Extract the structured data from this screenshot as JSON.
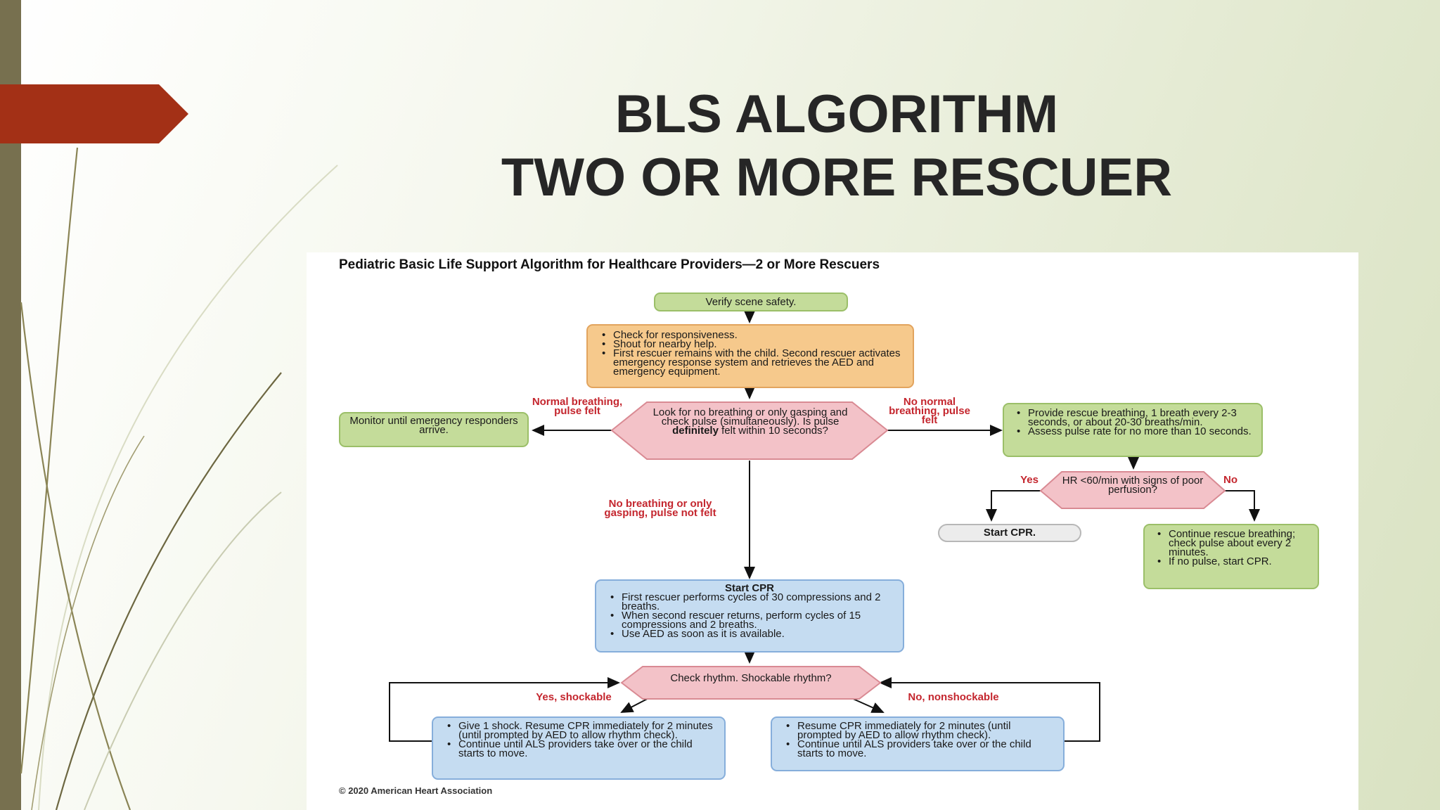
{
  "slide": {
    "title_line1": "BLS ALGORITHM",
    "title_line2": "TWO OR MORE RESCUER"
  },
  "figure": {
    "title": "Pediatric Basic Life Support Algorithm for Healthcare Providers—2 or More Rescuers",
    "copyright": "© 2020 American Heart Association",
    "verify": "Verify scene safety.",
    "check_list": [
      "Check for responsiveness.",
      "Shout for nearby help.",
      "First rescuer remains with the child. Second rescuer activates emergency response system and retrieves the AED and emergency equipment."
    ],
    "look_pre": "Look for no breathing or only gasping and check pulse (simultaneously). Is pulse ",
    "look_bold": "definitely",
    "look_post": " felt within 10 seconds?",
    "monitor": "Monitor until emergency responders arrive.",
    "label_normal": "Normal breathing, pulse felt",
    "label_no_normal": "No normal breathing, pulse felt",
    "rescue_list": [
      "Provide rescue breathing, 1 breath every 2-3 seconds, or about 20-30 breaths/min.",
      "Assess pulse rate for no more than 10 seconds."
    ],
    "label_yes": "Yes",
    "label_no": "No",
    "hr": "HR <60/min with signs of poor perfusion?",
    "start_cpr_small": "Start CPR.",
    "continue_list": [
      "Continue rescue breathing; check pulse about every 2 minutes.",
      "If no pulse, start CPR."
    ],
    "label_no_breathing": "No breathing or only gasping, pulse not felt",
    "cpr_title": "Start CPR",
    "cpr_list": [
      "First rescuer performs cycles of 30 compressions and 2 breaths.",
      "When second rescuer returns, perform cycles of 15 compressions and 2 breaths.",
      "Use AED as soon as it is available."
    ],
    "rhythm": "Check rhythm. Shockable rhythm?",
    "label_shockable": "Yes, shockable",
    "label_nonshockable": "No, nonshockable",
    "shock_list": [
      "Give 1 shock. Resume CPR immediately for 2 minutes (until prompted by AED to allow rhythm check).",
      "Continue until ALS providers take over or the child starts to move."
    ],
    "resume_list": [
      "Resume CPR immediately for 2 minutes (until prompted by AED to allow rhythm check).",
      "Continue until ALS providers take over or the child starts to move."
    ]
  },
  "colors": {
    "accent_red": "#a33016",
    "left_bar": "#77704f",
    "label_red": "#c4262e"
  }
}
